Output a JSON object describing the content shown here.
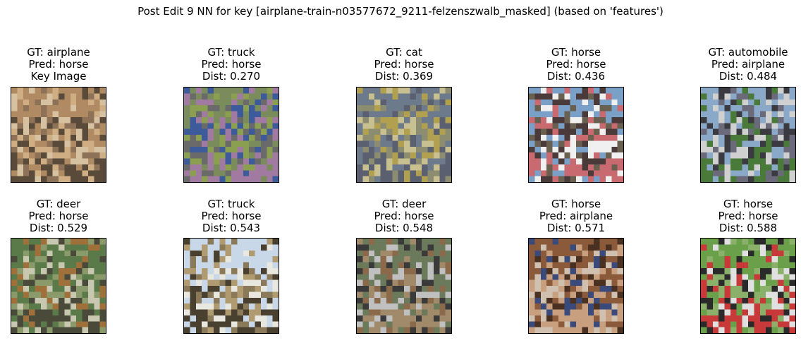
{
  "figure": {
    "title": "Post Edit 9 NN for key [airplane-train-n03577672_9211-felzenszwalb_masked] (based on 'features')"
  },
  "neighbors": [
    {
      "gt": "GT: airplane",
      "pred": "Pred: horse",
      "extra": "Key Image",
      "palette": [
        "#b08a62",
        "#cfae84",
        "#5a4a3a",
        "#8e7258",
        "#d6c2a0"
      ]
    },
    {
      "gt": "GT: truck",
      "pred": "Pred: horse",
      "extra": "Dist: 0.270",
      "palette": [
        "#7a8c5c",
        "#3d5a9a",
        "#a07aa0",
        "#8aa050",
        "#6a6a6a"
      ]
    },
    {
      "gt": "GT: cat",
      "pred": "Pred: horse",
      "extra": "Dist: 0.369",
      "palette": [
        "#6d7a8c",
        "#b0a050",
        "#5a6070",
        "#8c8c70",
        "#c8c090"
      ]
    },
    {
      "gt": "GT: horse",
      "pred": "Pred: horse",
      "extra": "Dist: 0.436",
      "palette": [
        "#7aa0c8",
        "#4a3a3a",
        "#c86a70",
        "#f0f0f0",
        "#6a6050"
      ]
    },
    {
      "gt": "GT: automobile",
      "pred": "Pred: airplane",
      "extra": "Dist: 0.484",
      "palette": [
        "#8aa8c8",
        "#3a3a40",
        "#4a7a3a",
        "#d0d0d0",
        "#6a6a7a"
      ]
    },
    {
      "gt": "GT: deer",
      "pred": "Pred: horse",
      "extra": "Dist: 0.529",
      "palette": [
        "#5a7a4a",
        "#8a9a6a",
        "#4a4a3a",
        "#c8c8b0",
        "#a0703a"
      ]
    },
    {
      "gt": "GT: truck",
      "pred": "Pred: horse",
      "extra": "Dist: 0.543",
      "palette": [
        "#c8d8e8",
        "#8a7a5a",
        "#4a4030",
        "#b09a70",
        "#e8e8e0"
      ]
    },
    {
      "gt": "GT: deer",
      "pred": "Pred: horse",
      "extra": "Dist: 0.548",
      "palette": [
        "#6a7a5a",
        "#3a3a3a",
        "#a08a6a",
        "#c0c0c0",
        "#8a6a4a"
      ]
    },
    {
      "gt": "GT: horse",
      "pred": "Pred: airplane",
      "extra": "Dist: 0.571",
      "palette": [
        "#8a5a3a",
        "#3a4a7a",
        "#c8a080",
        "#4a3020",
        "#d0c0b0"
      ]
    },
    {
      "gt": "GT: horse",
      "pred": "Pred: horse",
      "extra": "Dist: 0.588",
      "palette": [
        "#6aa04a",
        "#e0e0e0",
        "#c83a3a",
        "#2a2a2a",
        "#8ab06a"
      ]
    }
  ]
}
